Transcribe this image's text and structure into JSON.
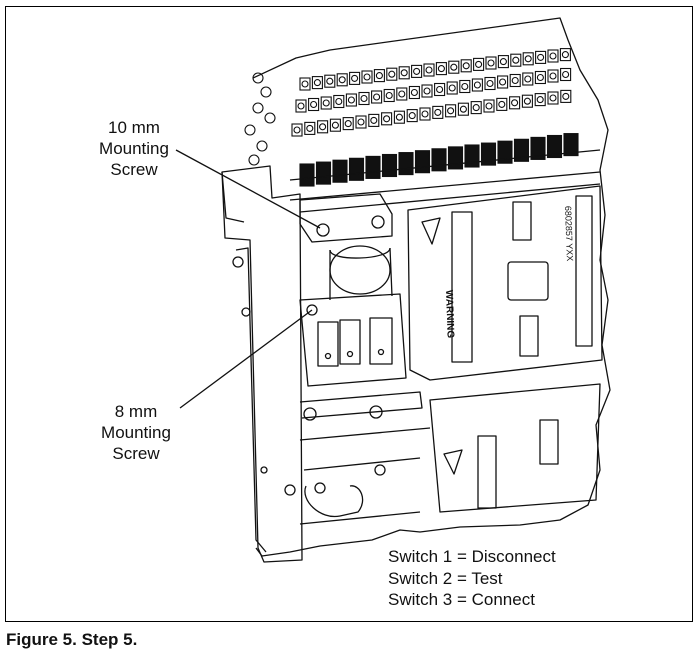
{
  "figure": {
    "caption": "Figure 5. Step 5."
  },
  "callouts": {
    "ten_mm": {
      "line1": "10 mm",
      "line2": "Mounting",
      "line3": "Screw"
    },
    "eight_mm": {
      "line1": "8 mm",
      "line2": "Mounting",
      "line3": "Screw"
    }
  },
  "legend": {
    "items": [
      "Switch 1 = Disconnect",
      "Switch 2 = Test",
      "Switch 3 = Connect"
    ]
  },
  "module_labels": {
    "warning": "WARNING",
    "part_number": "6802857 YXX"
  }
}
